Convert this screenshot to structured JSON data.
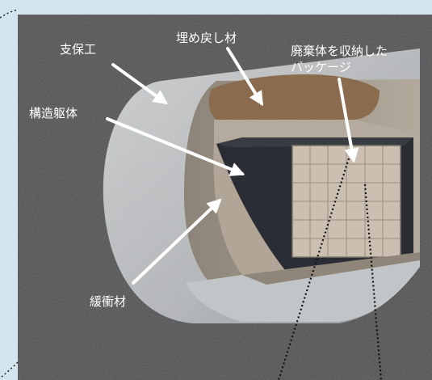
{
  "labels": {
    "support": "支保工",
    "backfill": "埋め戻し材",
    "package_line1": "廃棄体を収納した",
    "package_line2": "パッケージ",
    "structure": "構造躯体",
    "buffer": "緩衝材"
  },
  "colors": {
    "background": "#d2e5ef",
    "rock": "#4a4a4c",
    "support_tube": "#c6c9cb",
    "tunnel_inside": "#a39a8c",
    "backfill": "#7a5a3c",
    "structure": "#2b2d34",
    "package": "#cbbfb1",
    "label_text": "#ffffff"
  }
}
